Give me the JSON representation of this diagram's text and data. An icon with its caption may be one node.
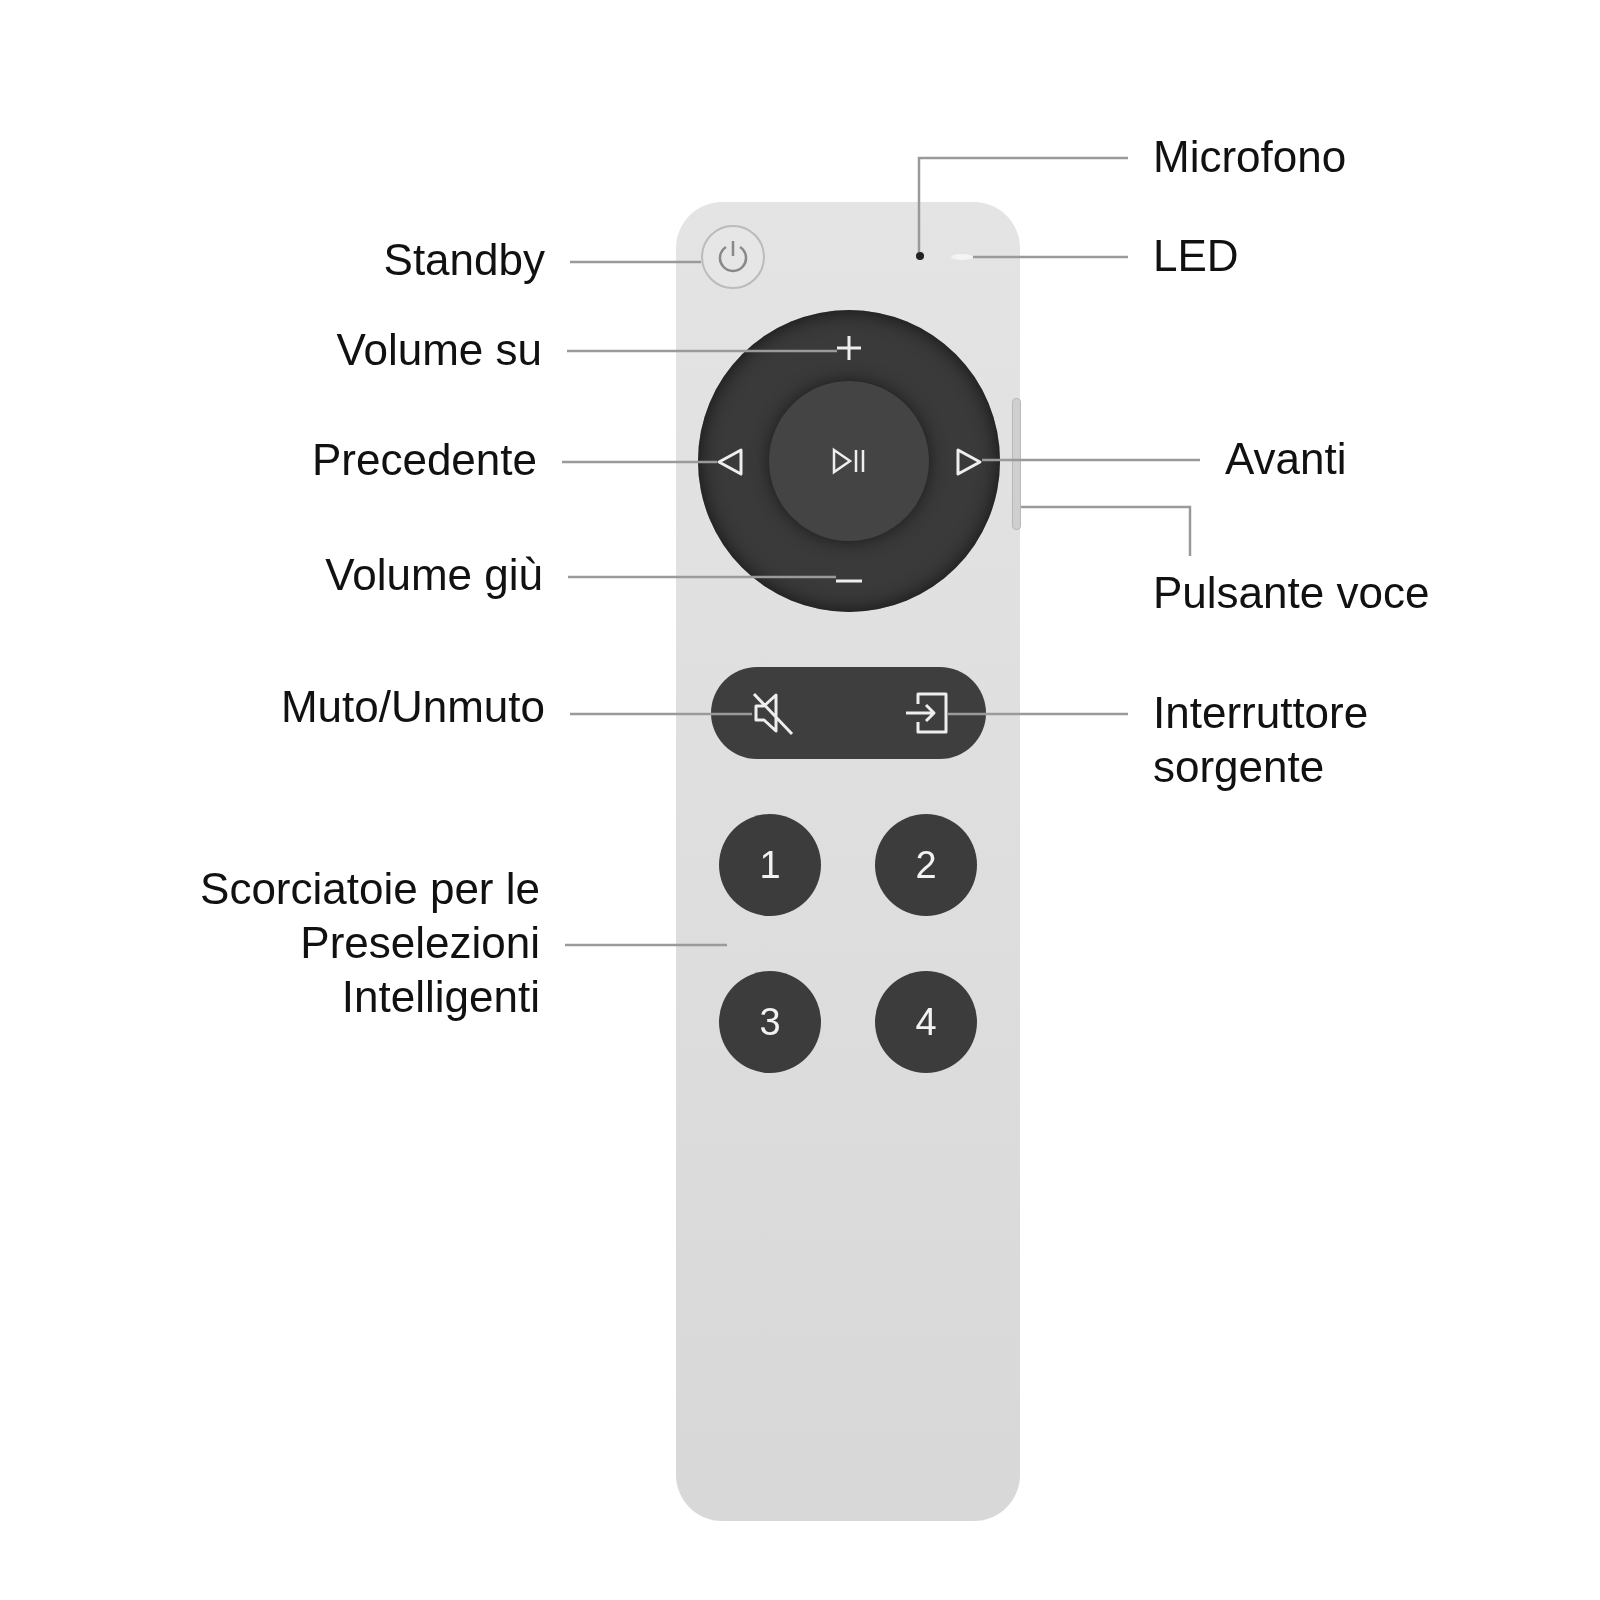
{
  "diagram": {
    "nodes": [
      {
        "text": [
          "Microfono"
        ]
      },
      {
        "text": [
          "LED"
        ]
      },
      {
        "text": [
          "Standby"
        ]
      },
      {
        "text": [
          "Volume su"
        ]
      },
      {
        "text": [
          "Precedente"
        ]
      },
      {
        "text": [
          "Avanti"
        ]
      },
      {
        "text": [
          "Pulsante voce"
        ]
      },
      {
        "text": [
          "Volume giù"
        ]
      },
      {
        "text": [
          "Muto/Unmuto"
        ]
      },
      {
        "text": [
          "Interruttore sorgente"
        ]
      },
      {
        "text": [
          "Scorciatoie per le Preselezioni Intelligenti"
        ]
      },
      {
        "text": [],
        "shape": "box"
      },
      {
        "text": [],
        "shape": "circle",
        "in": 11
      },
      {
        "text": [],
        "shape": "bar",
        "in": 11
      },
      {
        "text": [],
        "shape": "circle",
        "in": 11
      },
      {
        "text": [],
        "shape": "circle",
        "in": 11
      },
      {
        "text": [],
        "shape": "picture",
        "in": 15
      },
      {
        "text": [],
        "shape": "picture",
        "in": 15
      },
      {
        "text": [],
        "shape": "circle",
        "in": 15
      },
      {
        "text": [],
        "shape": "picture",
        "in": 15
      },
      {
        "text": [],
        "shape": "picture",
        "in": 15
      },
      {
        "text": [],
        "shape": "bar",
        "in": 11
      },
      {
        "text": [],
        "shape": "box",
        "in": 11
      },
      {
        "text": [],
        "shape": "picture",
        "in": 22
      },
      {
        "text": [],
        "shape": "picture",
        "in": 22
      },
      {
        "text": [
          "1"
        ],
        "in": 11
      },
      {
        "text": [
          "2"
        ],
        "in": 11
      },
      {
        "text": [
          "3"
        ],
        "in": 11
      },
      {
        "text": [
          "4"
        ],
        "in": 11
      }
    ],
    "edges": [
      {
        "from": 0,
        "to": 13,
        "arrow": "none"
      },
      {
        "from": 1,
        "to": 14,
        "arrow": "none"
      },
      {
        "from": 2,
        "to": 12,
        "arrow": "none"
      },
      {
        "from": 3,
        "to": 16,
        "arrow": "none"
      },
      {
        "from": 4,
        "to": 17,
        "arrow": "none"
      },
      {
        "from": 5,
        "to": 19,
        "arrow": "none"
      },
      {
        "from": 6,
        "to": 21,
        "arrow": "none"
      },
      {
        "from": 7,
        "to": 20,
        "arrow": "none"
      },
      {
        "from": 8,
        "to": 23,
        "arrow": "none"
      },
      {
        "from": 9,
        "to": 24,
        "arrow": "none"
      },
      {
        "from": 10,
        "to": null,
        "arrow": "none"
      }
    ]
  }
}
